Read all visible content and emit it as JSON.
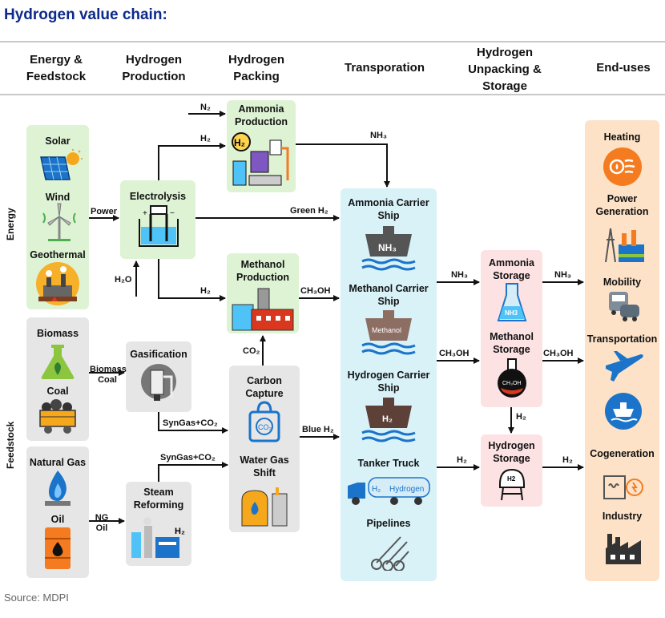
{
  "title": "Hydrogen value chain:",
  "source": "Source: MDPI",
  "columns": {
    "c1": "Energy & Feedstock",
    "c2": "Hydrogen Production",
    "c3": "Hydrogen Packing",
    "c4": "Transporation",
    "c5": "Hydrogen Unpacking & Storage",
    "c6": "End-uses"
  },
  "side": {
    "energy": "Energy",
    "feedstock": "Feedstock"
  },
  "energy": {
    "solar": "Solar",
    "wind": "Wind",
    "geothermal": "Geothermal"
  },
  "feed": {
    "biomass": "Biomass",
    "coal": "Coal",
    "natural_gas": "Natural Gas",
    "oil": "Oil"
  },
  "production": {
    "electrolysis": "Electrolysis",
    "gasification": "Gasification",
    "steam_reforming": "Steam Reforming"
  },
  "packing": {
    "ammonia_production": "Ammonia Production",
    "methanol_production": "Methanol Production",
    "carbon_capture": "Carbon Capture",
    "water_gas_shift": "Water Gas Shift"
  },
  "transport": {
    "ammonia_ship": "Ammonia Carrier Ship",
    "methanol_ship": "Methanol Carrier Ship",
    "hydrogen_ship": "Hydrogen Carrier Ship",
    "tanker_truck": "Tanker Truck",
    "pipelines": "Pipelines",
    "nh3_hull": "NH₃",
    "methanol_hull": "Methanol",
    "h2_hull": "H₂",
    "truck_h2": "H₂",
    "truck_text": "Hydrogen"
  },
  "storage": {
    "ammonia": "Ammonia Storage",
    "methanol": "Methanol Storage",
    "hydrogen": "Hydrogen Storage",
    "flask_nh3": "NH3",
    "flask_ch3oh": "CH₃OH",
    "tank_h2": "H2"
  },
  "end_uses": {
    "heating": "Heating",
    "power_generation": "Power Generation",
    "mobility": "Mobility",
    "transportation": "Transportation",
    "cogeneration": "Cogeneration",
    "industry": "Industry"
  },
  "flows": {
    "power": "Power",
    "h2o": "H₂O",
    "n2": "N₂",
    "h2_to_ammonia": "H₂",
    "h2_to_methanol": "H₂",
    "green_h2": "Green H₂",
    "nh3_top": "NH₃",
    "ch3oh_ship": "CH₃OH",
    "co2": "CO₂",
    "biomass_coal": "Biomass Coal",
    "syngas_1": "SynGas+CO₂",
    "syngas_2": "SynGas+CO₂",
    "ng_oil": "NG Oil",
    "blue_h2": "Blue H₂",
    "nh3_storage": "NH₃",
    "ch3oh_storage": "CH₃OH",
    "h2_truck": "H₂",
    "nh3_end": "NH₃",
    "ch3oh_end": "CH₃OH",
    "h2_down": "H₂",
    "h2_end": "H₂",
    "h2_tag": "H₂",
    "reformer_h2": "H₂"
  },
  "colors": {
    "title": "#0d2a8a",
    "green_box": "#def3d4",
    "grey_box": "#e6e6e6",
    "blue_box": "#d8f2f8",
    "pink_box": "#fde2e4",
    "peach_box": "#fde2c7",
    "accent_orange": "#f47b20",
    "accent_blue": "#1b74c9"
  }
}
